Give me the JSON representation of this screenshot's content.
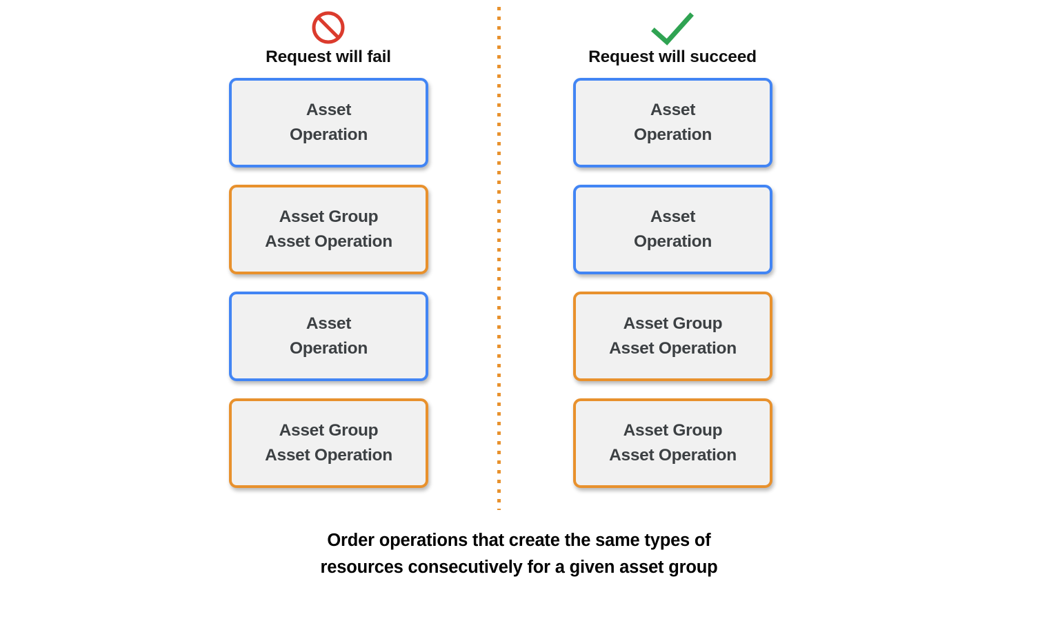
{
  "colors": {
    "blue_border": "#4285f4",
    "orange_border": "#e8912d",
    "card_fill": "#f1f1f1",
    "card_text": "#3c4043",
    "fail_icon": "#db3b2d",
    "success_icon": "#2fa352",
    "divider": "#e8912d",
    "background": "#ffffff"
  },
  "columns": [
    {
      "id": "fail",
      "icon_name": "prohibited-icon",
      "title": "Request will fail",
      "cards": [
        {
          "label": "Asset\nOperation",
          "type": "asset",
          "accent": "blue"
        },
        {
          "label": "Asset Group\nAsset Operation",
          "type": "asset-group",
          "accent": "orange"
        },
        {
          "label": "Asset\nOperation",
          "type": "asset",
          "accent": "blue"
        },
        {
          "label": "Asset Group\nAsset Operation",
          "type": "asset-group",
          "accent": "orange"
        }
      ]
    },
    {
      "id": "succeed",
      "icon_name": "checkmark-icon",
      "title": "Request will succeed",
      "cards": [
        {
          "label": "Asset\nOperation",
          "type": "asset",
          "accent": "blue"
        },
        {
          "label": "Asset\nOperation",
          "type": "asset",
          "accent": "blue"
        },
        {
          "label": "Asset Group\nAsset Operation",
          "type": "asset-group",
          "accent": "orange"
        },
        {
          "label": "Asset Group\nAsset Operation",
          "type": "asset-group",
          "accent": "orange"
        }
      ]
    }
  ],
  "caption": "Order operations that create the same types of\nresources consecutively for a given asset group"
}
